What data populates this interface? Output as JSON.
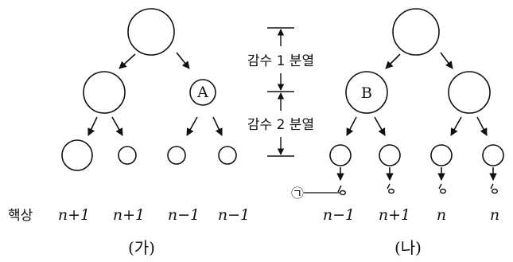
{
  "stage_labels": {
    "meiosis1": "감수 1 분열",
    "meiosis2": "감수 2 분열"
  },
  "row_label": "핵상",
  "diagram_ga": {
    "caption": "(가)",
    "cell_a_label": "A",
    "ploidy": [
      "n+1",
      "n+1",
      "n−1",
      "n−1"
    ]
  },
  "diagram_na": {
    "caption": "(나)",
    "cell_b_label": "B",
    "sperm_label": "㉠",
    "ploidy": [
      "n−1",
      "n+1",
      "n",
      "n"
    ]
  }
}
